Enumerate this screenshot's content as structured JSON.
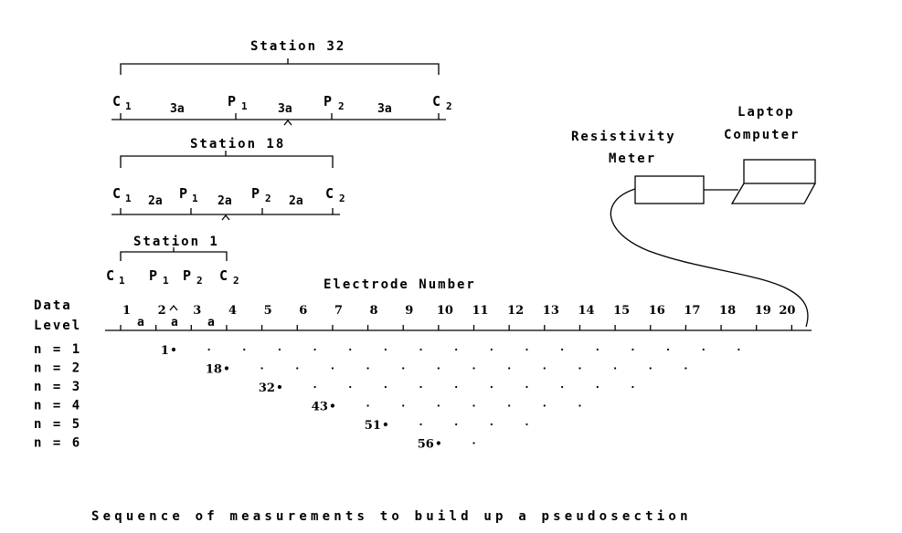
{
  "caption": "Sequence of measurements to build up a pseudosection",
  "station32": {
    "title": "Station 32",
    "c1": "C",
    "c1_sub": "1",
    "p1": "P",
    "p1_sub": "1",
    "p2": "P",
    "p2_sub": "2",
    "c2": "C",
    "c2_sub": "2",
    "spacing": "3a"
  },
  "station18": {
    "title": "Station 18",
    "c1": "C",
    "c1_sub": "1",
    "p1": "P",
    "p1_sub": "1",
    "p2": "P",
    "p2_sub": "2",
    "c2": "C",
    "c2_sub": "2",
    "spacing": "2a"
  },
  "station1": {
    "title": "Station 1",
    "c1": "C",
    "c1_sub": "1",
    "p1": "P",
    "p1_sub": "1",
    "p2": "P",
    "p2_sub": "2",
    "c2": "C",
    "c2_sub": "2",
    "spacing": "a"
  },
  "equipment": {
    "meter_line1": "Resistivity",
    "meter_line2": "Meter",
    "laptop_line1": "Laptop",
    "laptop_line2": "Computer"
  },
  "electrode_heading": "Electrode Number",
  "data_level_line1": "Data",
  "data_level_line2": "Level",
  "electrodes": [
    "1",
    "2",
    "3",
    "4",
    "5",
    "6",
    "7",
    "8",
    "9",
    "10",
    "11",
    "12",
    "13",
    "14",
    "15",
    "16",
    "17",
    "18",
    "19",
    "20"
  ],
  "levels": [
    {
      "label": "n = 1",
      "station": "1",
      "count": 17
    },
    {
      "label": "n = 2",
      "station": "18",
      "count": 14
    },
    {
      "label": "n = 3",
      "station": "32",
      "count": 11
    },
    {
      "label": "n = 4",
      "station": "43",
      "count": 8
    },
    {
      "label": "n = 5",
      "station": "51",
      "count": 5
    },
    {
      "label": "n = 6",
      "station": "56",
      "count": 2
    }
  ]
}
